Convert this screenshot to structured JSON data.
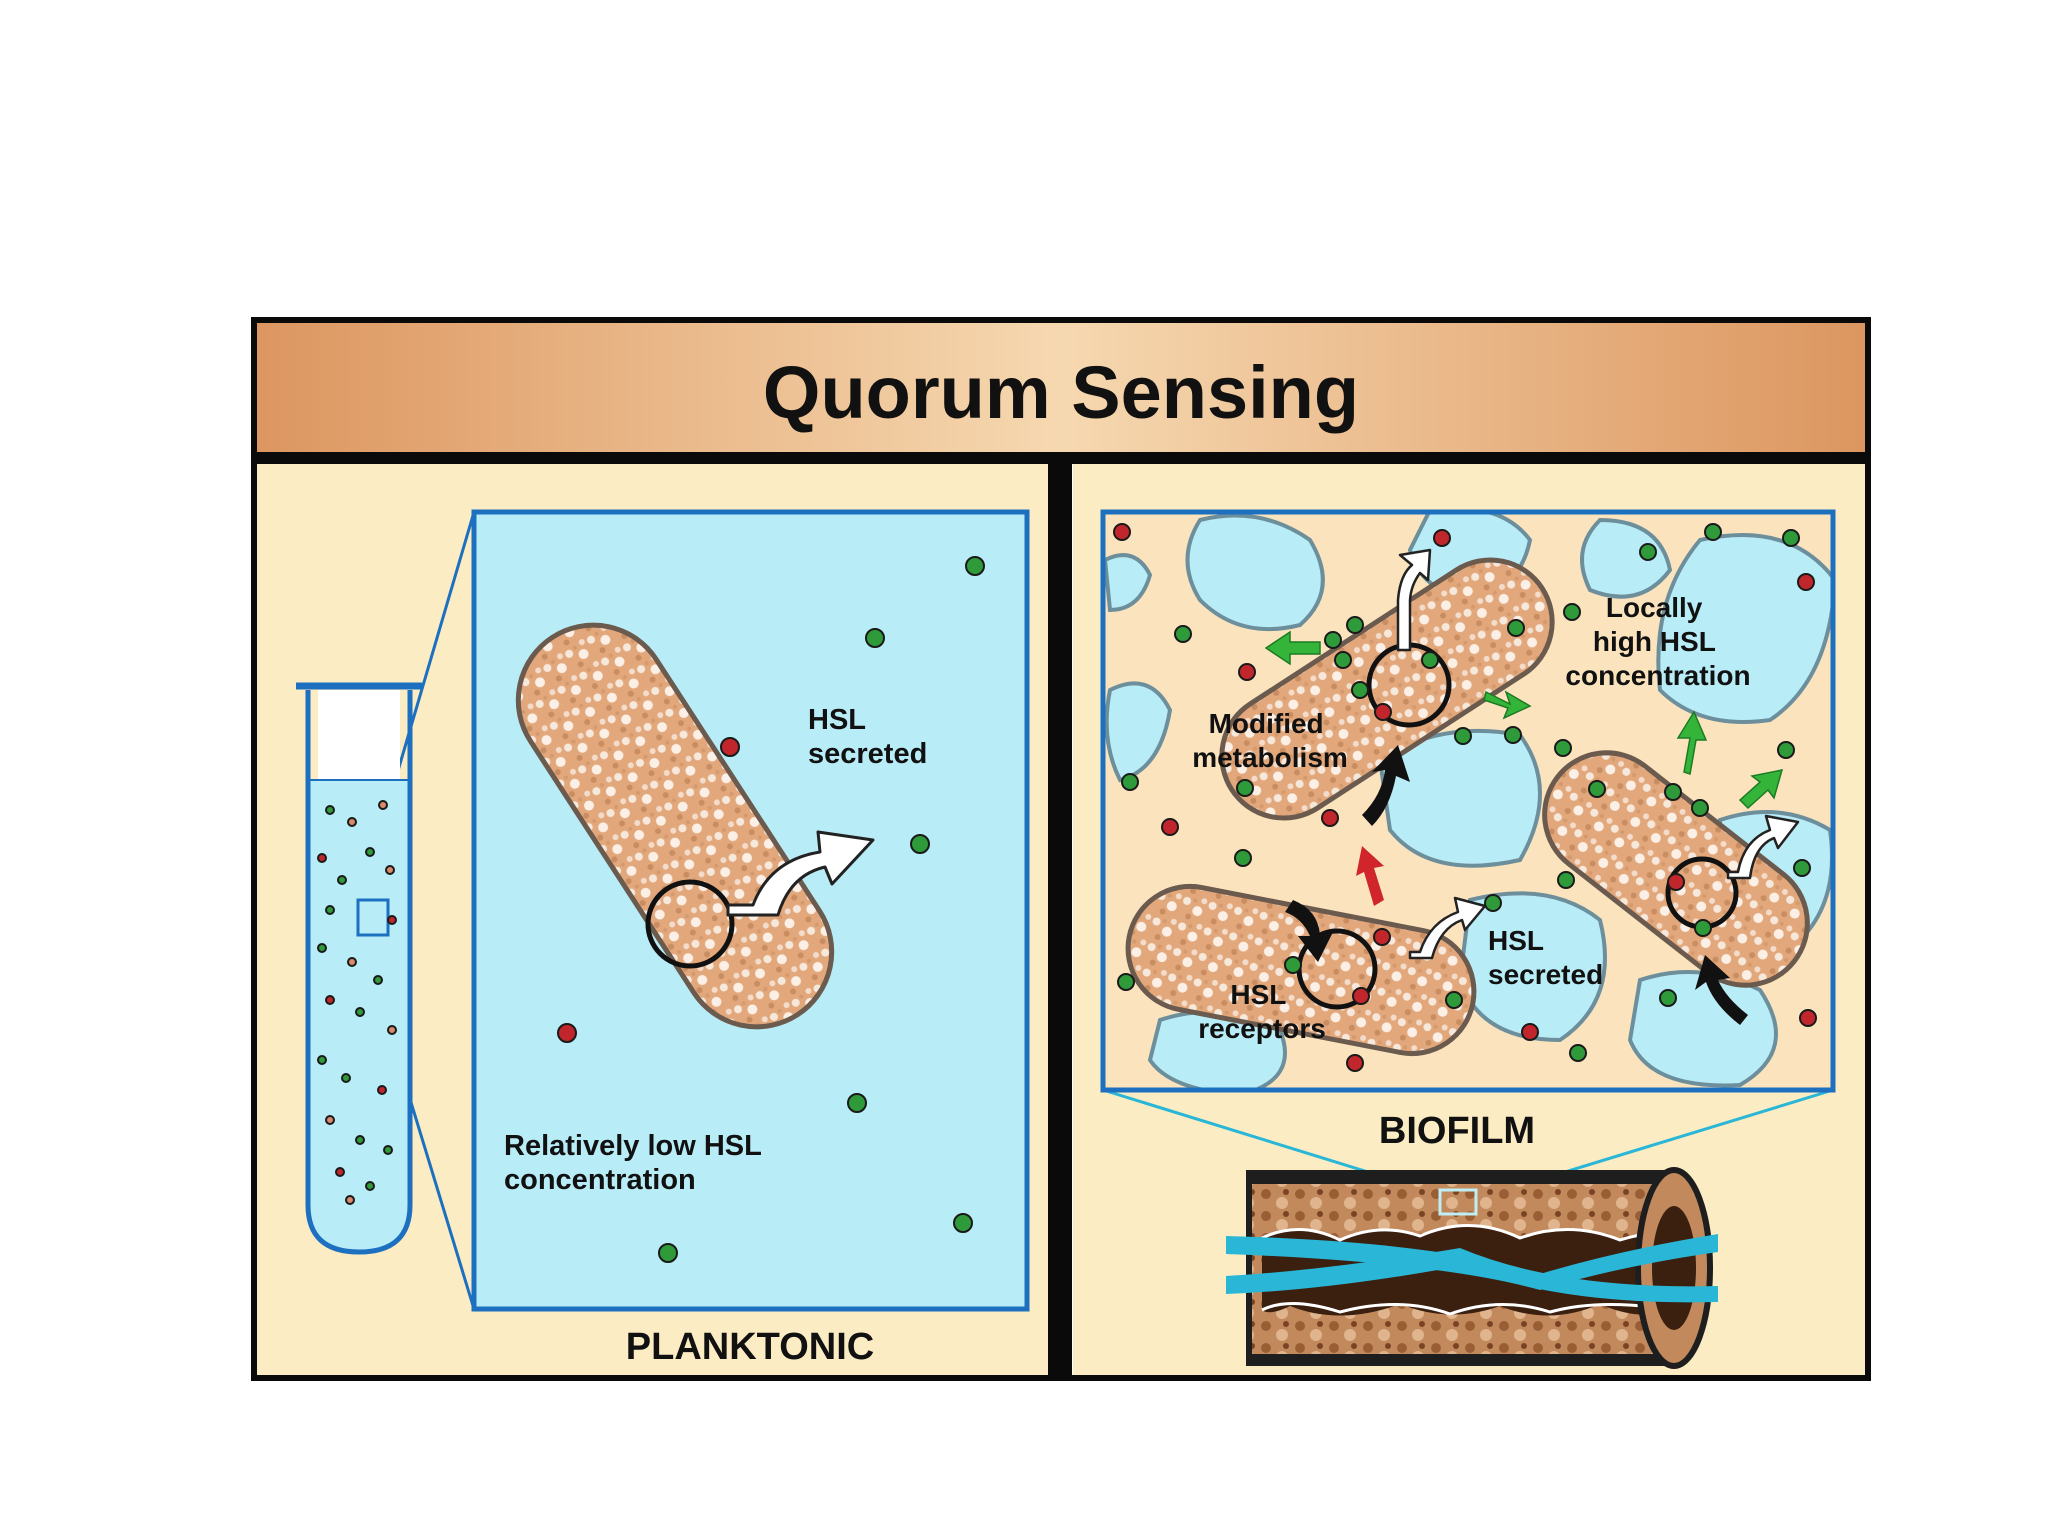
{
  "title": "Quorum Sensing",
  "planktonic": {
    "panel_label": "PLANKTONIC",
    "hsl_secreted": [
      "HSL",
      "secreted"
    ],
    "low_concentration": [
      "Relatively low HSL",
      "concentration"
    ]
  },
  "biofilm": {
    "panel_label": "BIOFILM",
    "locally_high": [
      "Locally",
      "high HSL",
      "concentration"
    ],
    "modified_metabolism": [
      "Modified",
      "metabolism"
    ],
    "hsl_secreted": [
      "HSL",
      "secreted"
    ],
    "hsl_receptors": [
      "HSL",
      "receptors"
    ]
  },
  "colors": {
    "title_band": "#e8b27f",
    "panel_bg": "#fbecc4",
    "water": "#b8ecf7",
    "frame_blue": "#1d6fc0",
    "bacterium": "#e2a87c",
    "hsl_green": "#2f9a3a",
    "hsl_red": "#c0262b",
    "arrow_green": "#34b53a",
    "arrow_red": "#d0262b"
  }
}
